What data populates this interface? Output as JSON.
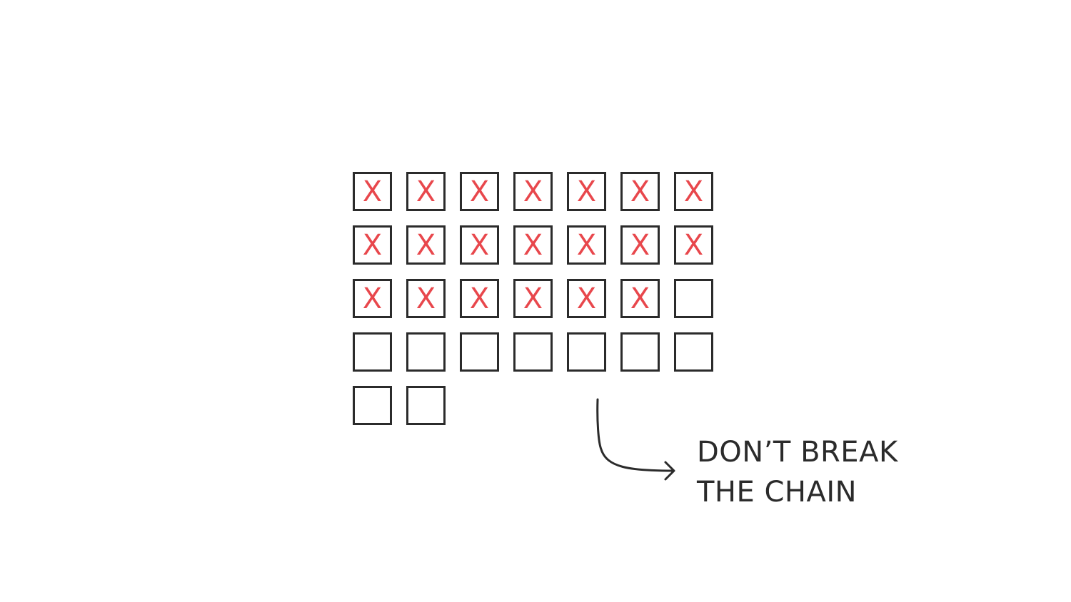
{
  "tracker": {
    "total_days": 30,
    "marked_days": 20,
    "columns": 7,
    "mark_glyph": "X"
  },
  "caption": {
    "line1": "DON’T BREAK",
    "line2": "THE CHAIN"
  },
  "colors": {
    "mark": "#e8474c",
    "stroke": "#2b2b2b",
    "background": "#ffffff"
  }
}
